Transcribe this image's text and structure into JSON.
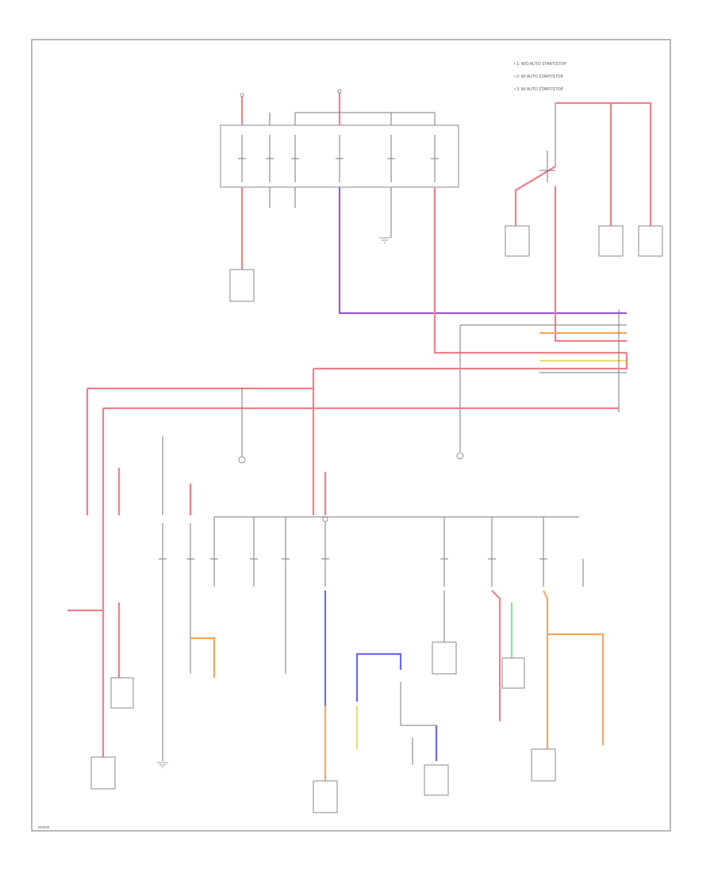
{
  "diagram": {
    "kind": "wiring-schematic",
    "colors": {
      "red_wire": "#f0808a",
      "violet_wire": "#9b59d0",
      "blue_wire": "#6a6af0",
      "orange_wire": "#f4a860",
      "yellow_wire": "#e8e070",
      "green_wire": "#90e090",
      "black_wire": "#7a7a7a"
    },
    "legend": [
      "• 1: W/O AUTO START/STOP",
      "• 2: W/ AUTO START/STOP",
      "• 3: W/ AUTO START/STOP"
    ],
    "footer_id": "W0000"
  }
}
